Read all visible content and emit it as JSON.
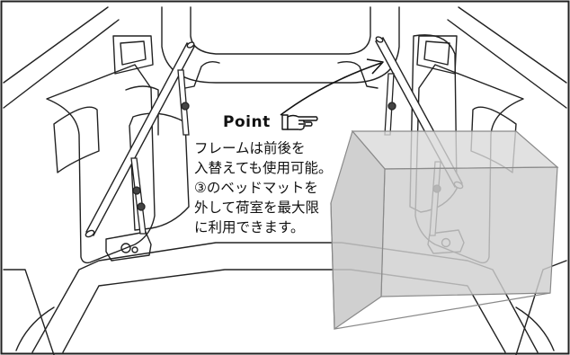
{
  "callout": {
    "title": "Point",
    "icon": "pointing-hand-icon",
    "lines": [
      "フレームは前後を",
      "入替えても使用可能。",
      "③のベッドマットを",
      "外して荷室を最大限",
      "に利用できます。"
    ]
  },
  "colors": {
    "outline": "#222222",
    "box_fill": "#d4d4d4",
    "box_stroke": "#8a8a8a",
    "background": "#ffffff"
  }
}
